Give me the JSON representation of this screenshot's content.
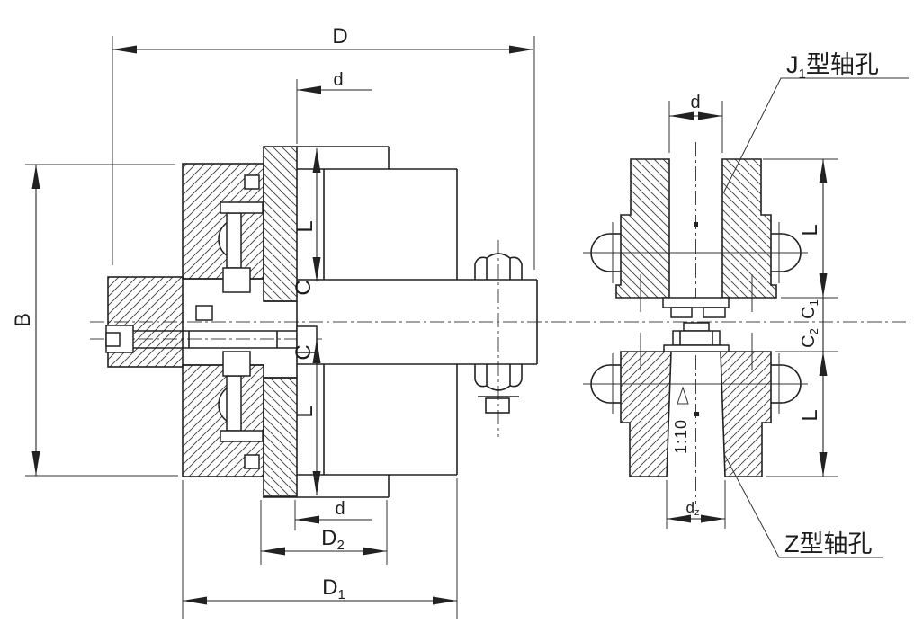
{
  "labels": {
    "D": "D",
    "d": "d",
    "B": "B",
    "L": "L",
    "C": "C",
    "D1": {
      "base": "D",
      "sub": "1"
    },
    "D2": {
      "base": "D",
      "sub": "2"
    },
    "dz": {
      "base": "d",
      "sub": "z"
    },
    "C1": {
      "base": "C",
      "sub": "1"
    },
    "C2": {
      "base": "C",
      "sub": "2"
    },
    "taper_ratio": "1:10",
    "j1_hole": {
      "base": "J",
      "sub": "1",
      "rest": "型轴孔"
    },
    "z_hole": "Z型轴孔"
  }
}
